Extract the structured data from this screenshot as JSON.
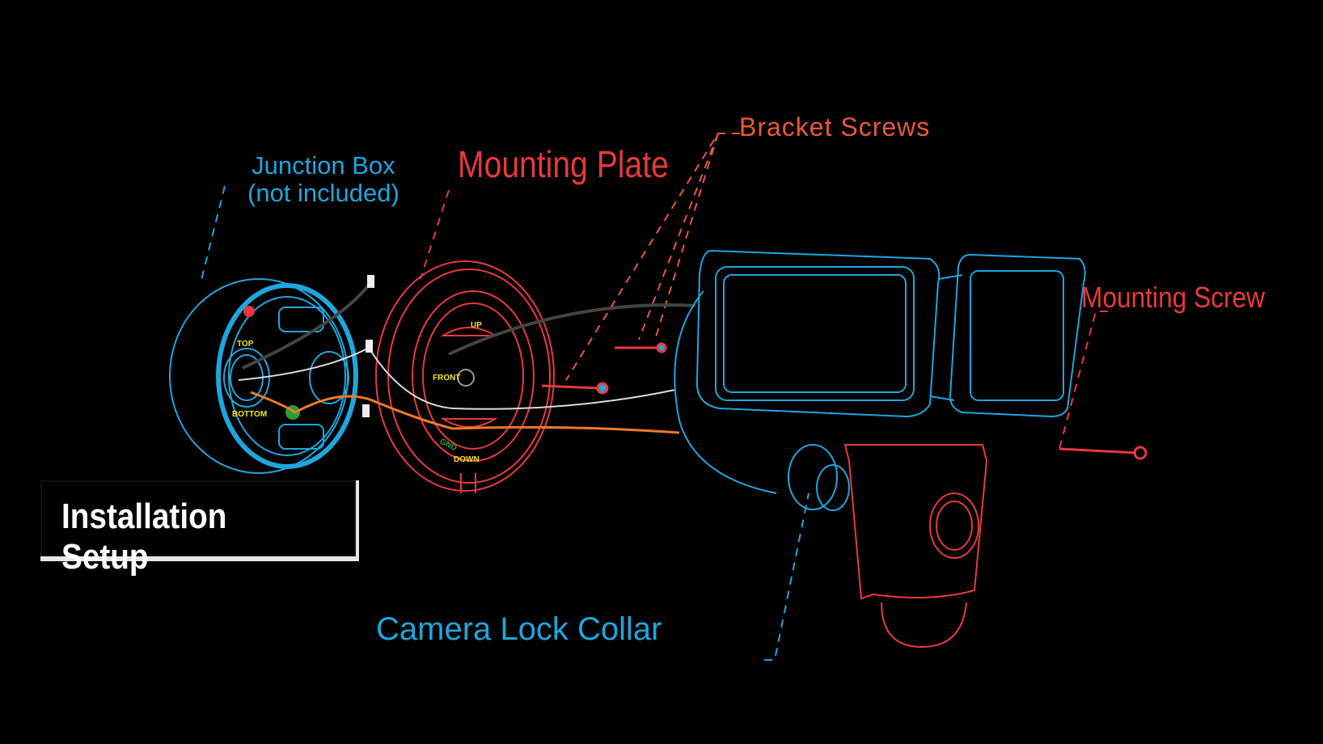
{
  "labels": {
    "junction_box": "Junction Box",
    "junction_box_note": "(not included)",
    "mounting_plate": "Mounting Plate",
    "bracket_screws": "Bracket Screws",
    "mounting_screw": "Mounting Screw",
    "camera_lock_collar": "Camera Lock Collar"
  },
  "part_markings": {
    "top": "TOP",
    "bottom": "BOTTOM",
    "up": "UP",
    "front": "FRONT",
    "gnd": "GND",
    "down": "DOWN"
  },
  "title": "Installation Setup",
  "colors": {
    "cyan": "#1fa6dc",
    "red": "#e8393e",
    "orange": "#f07a2a",
    "yellow": "#f2e61c"
  }
}
